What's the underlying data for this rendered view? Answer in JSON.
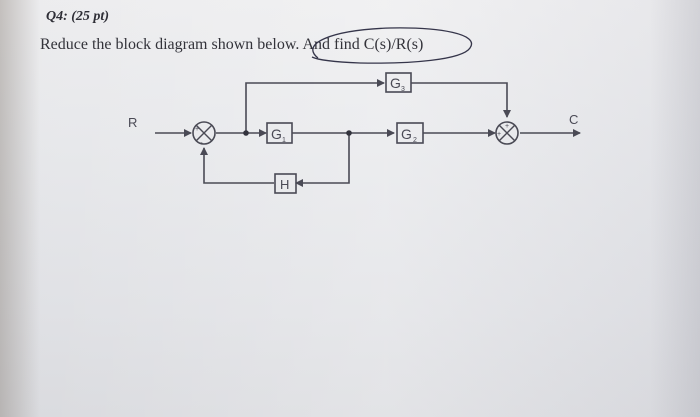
{
  "heading": "Q4: (25 pt)",
  "question": "Reduce the block diagram shown below. And find C(s)/R(s)",
  "diagram": {
    "input_label": "R",
    "output_label": "C",
    "blocks": {
      "g1": "G",
      "g1_sub": "1",
      "g2": "G",
      "g2_sub": "2",
      "g3": "G",
      "g3_sub": "3",
      "h": "H"
    },
    "summer1_signs": {
      "top": "+",
      "bottom": "-"
    },
    "summer2_signs": {
      "left": "+",
      "top": "+"
    }
  }
}
